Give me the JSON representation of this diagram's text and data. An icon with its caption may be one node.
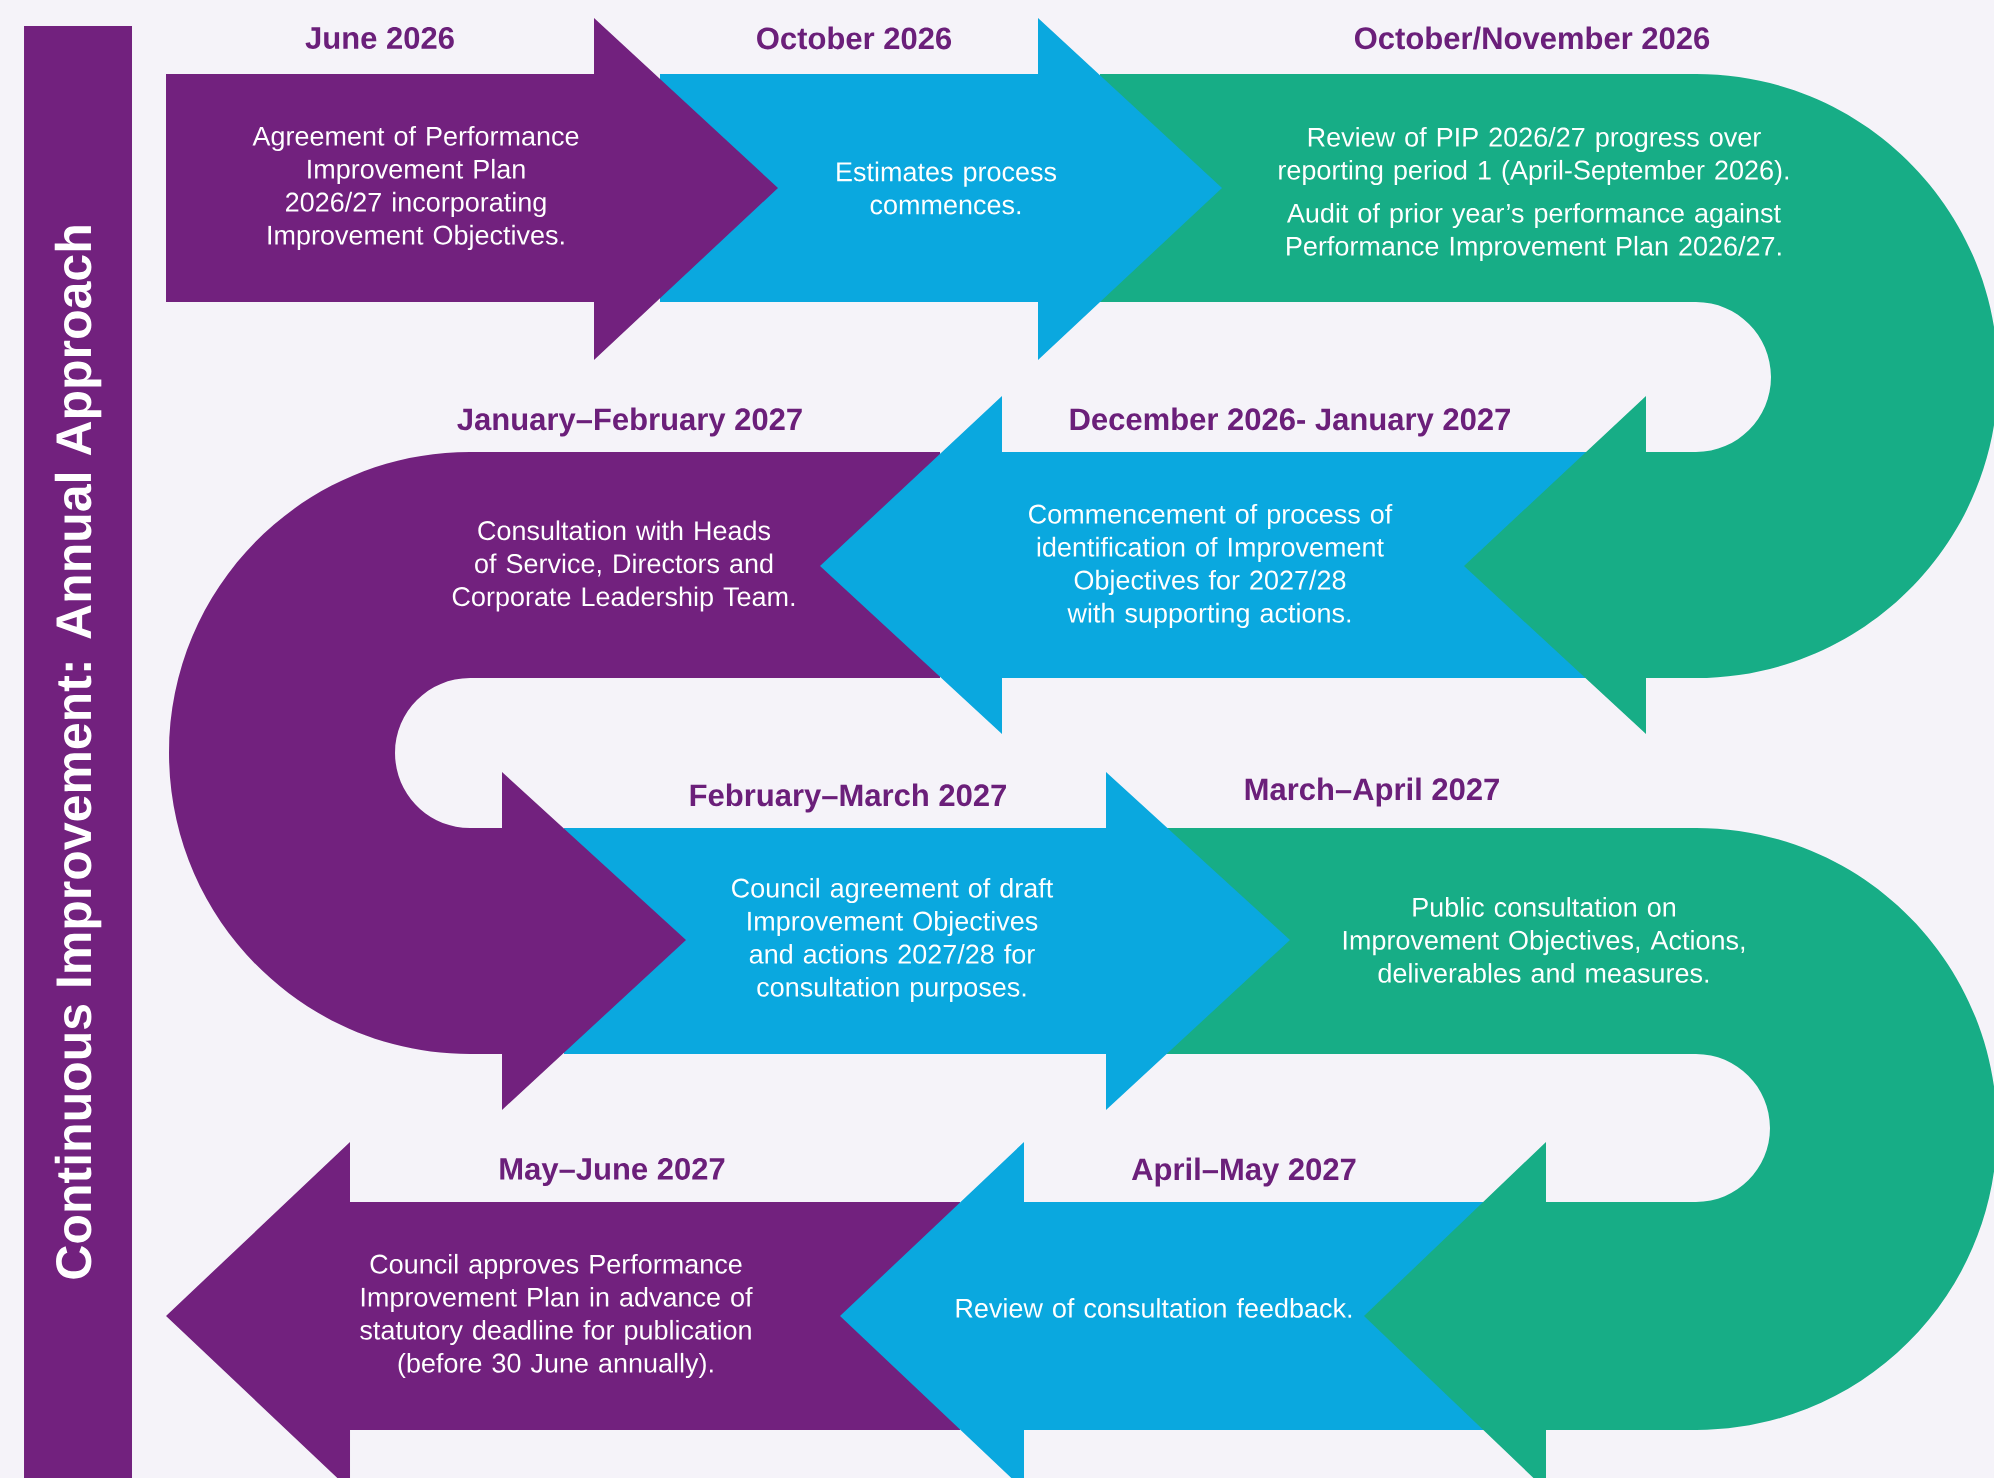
{
  "diagram": {
    "title": "Continuous Improvement: Annual Approach",
    "nodes": [
      {
        "text": [
          "June 2026",
          "Agreement of Performance Improvement Plan 2026/27 incorporating Improvement Objectives."
        ]
      },
      {
        "text": [
          "October 2026",
          "Estimates process commences."
        ]
      },
      {
        "text": [
          "October/November 2026",
          "Review of PIP 2026/27 progress over reporting period 1 (April-September 2026).",
          "Audit of prior year’s performance against Performance Improvement Plan 2026/27."
        ]
      },
      {
        "text": [
          "December 2026- January 2027",
          "Commencement of process of identification of Improvement Objectives for 2027/28 with supporting actions."
        ]
      },
      {
        "text": [
          "January–February 2027",
          "Consultation with Heads of Service, Directors and Corporate Leadership Team."
        ]
      },
      {
        "text": [
          "February–March 2027",
          "Council agreement of draft Improvement Objectives and actions 2027/28 for consultation purposes."
        ]
      },
      {
        "text": [
          "March–April 2027",
          "Public consultation on Improvement Objectives, Actions, deliverables and measures."
        ]
      },
      {
        "text": [
          "April–May 2027",
          "Review of consultation feedback."
        ]
      },
      {
        "text": [
          "May–June 2027",
          "Council approves Performance Improvement Plan in advance of statutory deadline for publication (before 30 June annually)."
        ]
      }
    ]
  }
}
